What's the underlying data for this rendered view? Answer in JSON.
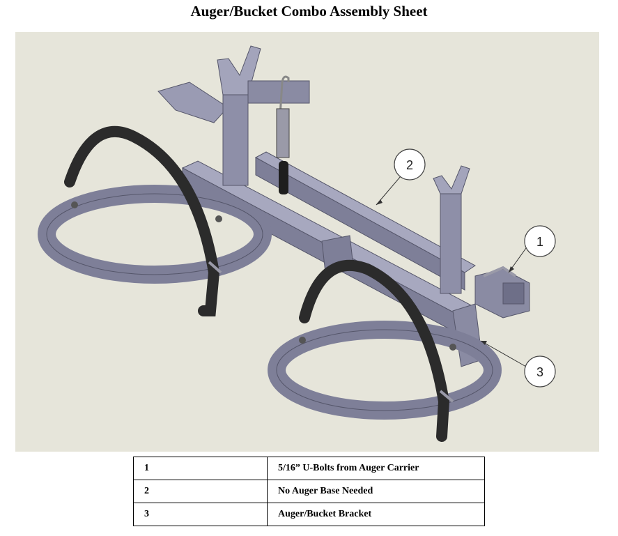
{
  "document": {
    "title": "Auger/Bucket Combo Assembly Sheet"
  },
  "drawing": {
    "background_color": "#e6e5da",
    "part_color": "#8e8fa8",
    "strap_color": "#2b2b2b",
    "callouts": [
      {
        "label": "1"
      },
      {
        "label": "2"
      },
      {
        "label": "3"
      }
    ]
  },
  "parts_table": [
    {
      "number": "1",
      "description": "5/16” U-Bolts from Auger Carrier"
    },
    {
      "number": "2",
      "description": "No Auger Base Needed"
    },
    {
      "number": "3",
      "description": "Auger/Bucket Bracket"
    }
  ]
}
